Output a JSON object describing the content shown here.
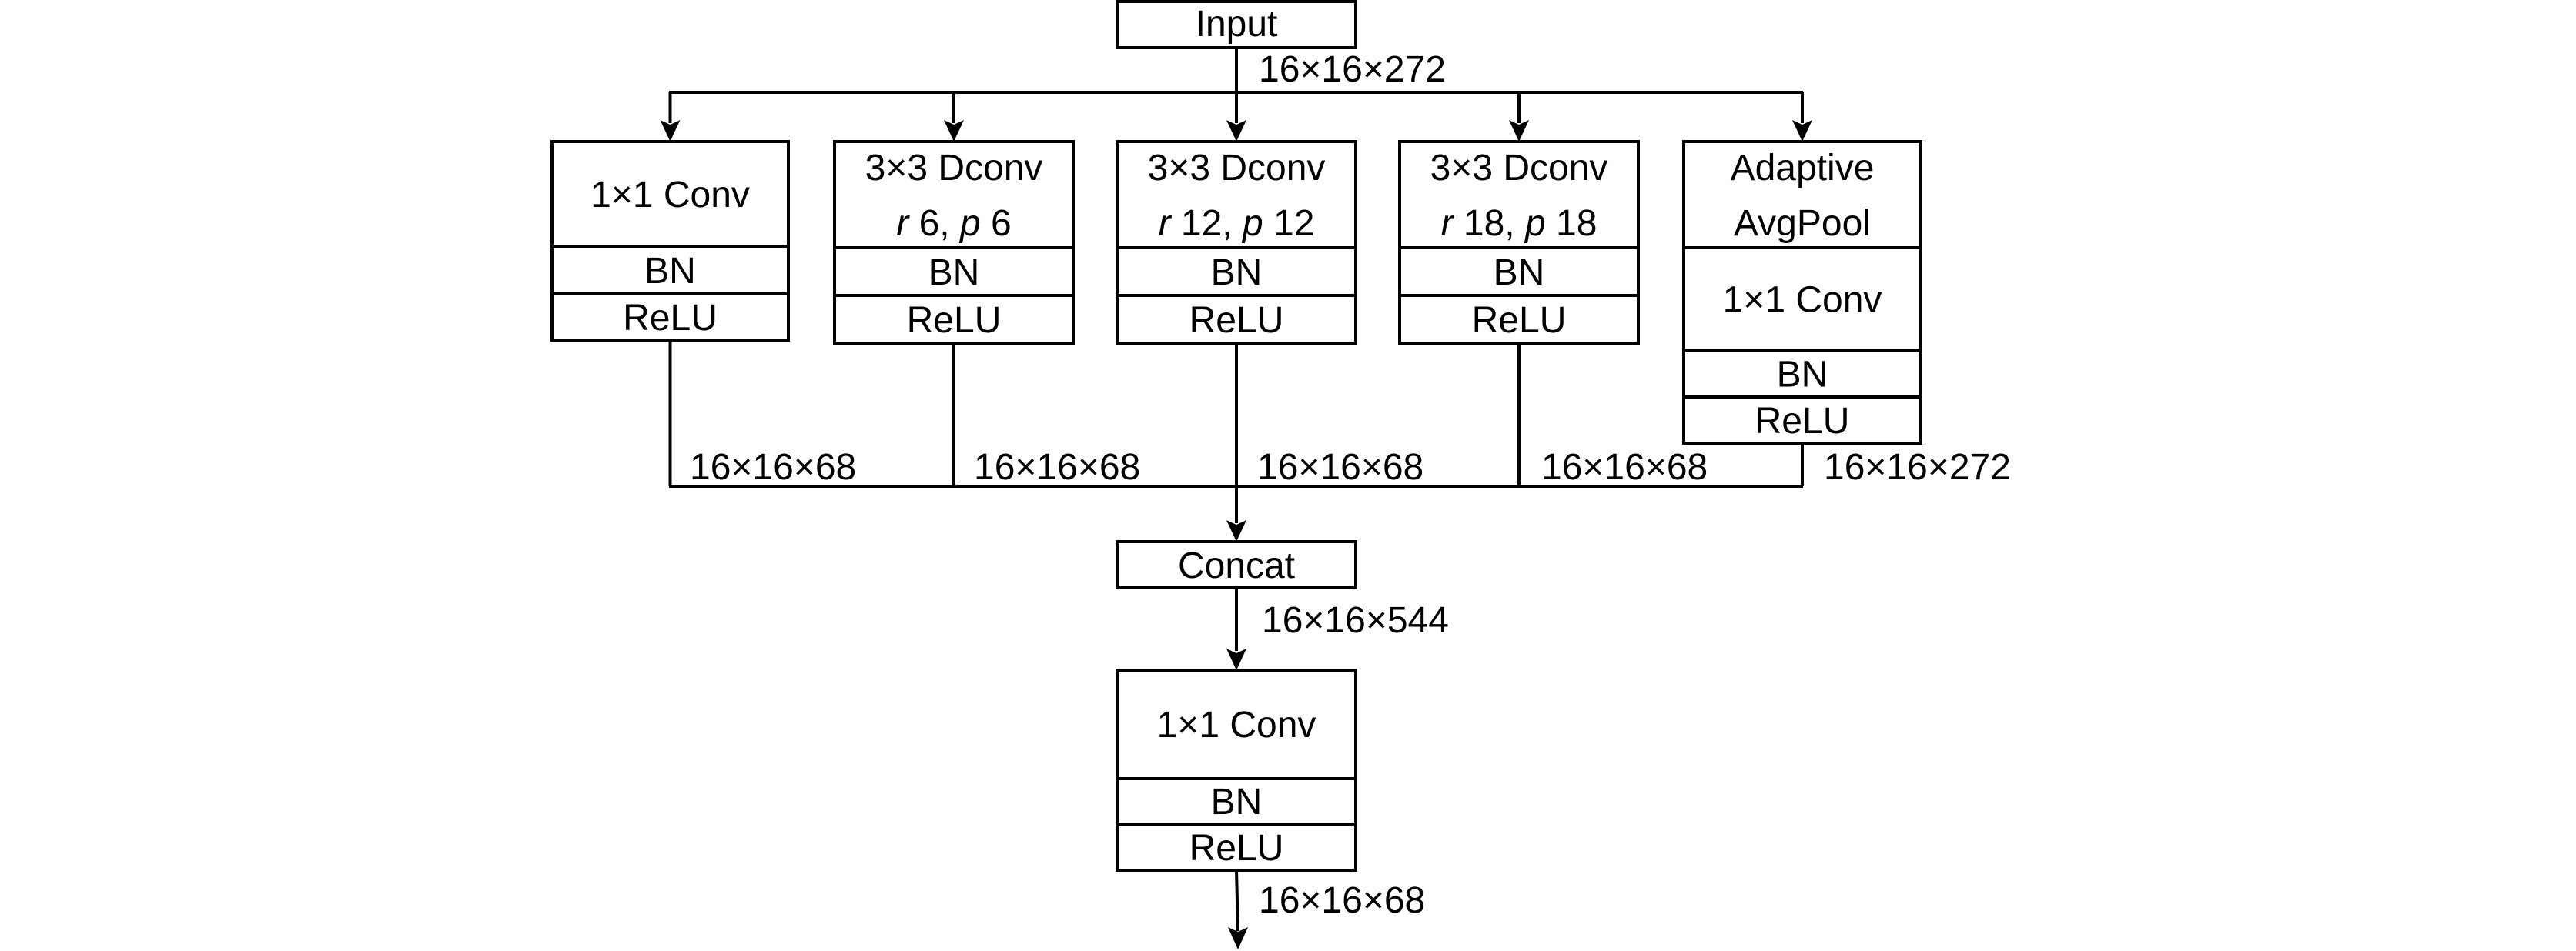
{
  "title": "ASPP module diagram",
  "input": {
    "label": "Input",
    "shape_out": "16×16×272"
  },
  "branches": [
    {
      "layers": [
        [
          "1×1 Conv"
        ],
        [
          "BN"
        ],
        [
          "ReLU"
        ]
      ],
      "shape_out": "16×16×68"
    },
    {
      "layers": [
        [
          "3×3 Dconv",
          "r 6, p 6"
        ],
        [
          "BN"
        ],
        [
          "ReLU"
        ]
      ],
      "dilation": "6",
      "padding": "6",
      "shape_out": "16×16×68"
    },
    {
      "layers": [
        [
          "3×3 Dconv",
          "r 12, p 12"
        ],
        [
          "BN"
        ],
        [
          "ReLU"
        ]
      ],
      "dilation": "12",
      "padding": "12",
      "shape_out": "16×16×68"
    },
    {
      "layers": [
        [
          "3×3 Dconv",
          "r 18, p 18"
        ],
        [
          "BN"
        ],
        [
          "ReLU"
        ]
      ],
      "dilation": "18",
      "padding": "18",
      "shape_out": "16×16×68"
    },
    {
      "layers": [
        [
          "Adaptive",
          "AvgPool"
        ],
        [
          "1×1 Conv"
        ],
        [
          "BN"
        ],
        [
          "ReLU"
        ]
      ],
      "shape_out": "16×16×272"
    }
  ],
  "concat": {
    "label": "Concat",
    "shape_out": "16×16×544"
  },
  "final": {
    "layers": [
      "1×1 Conv",
      "BN",
      "ReLU"
    ],
    "shape_out": "16×16×68"
  },
  "colors": {
    "stroke": "#000000",
    "background": "#ffffff"
  }
}
